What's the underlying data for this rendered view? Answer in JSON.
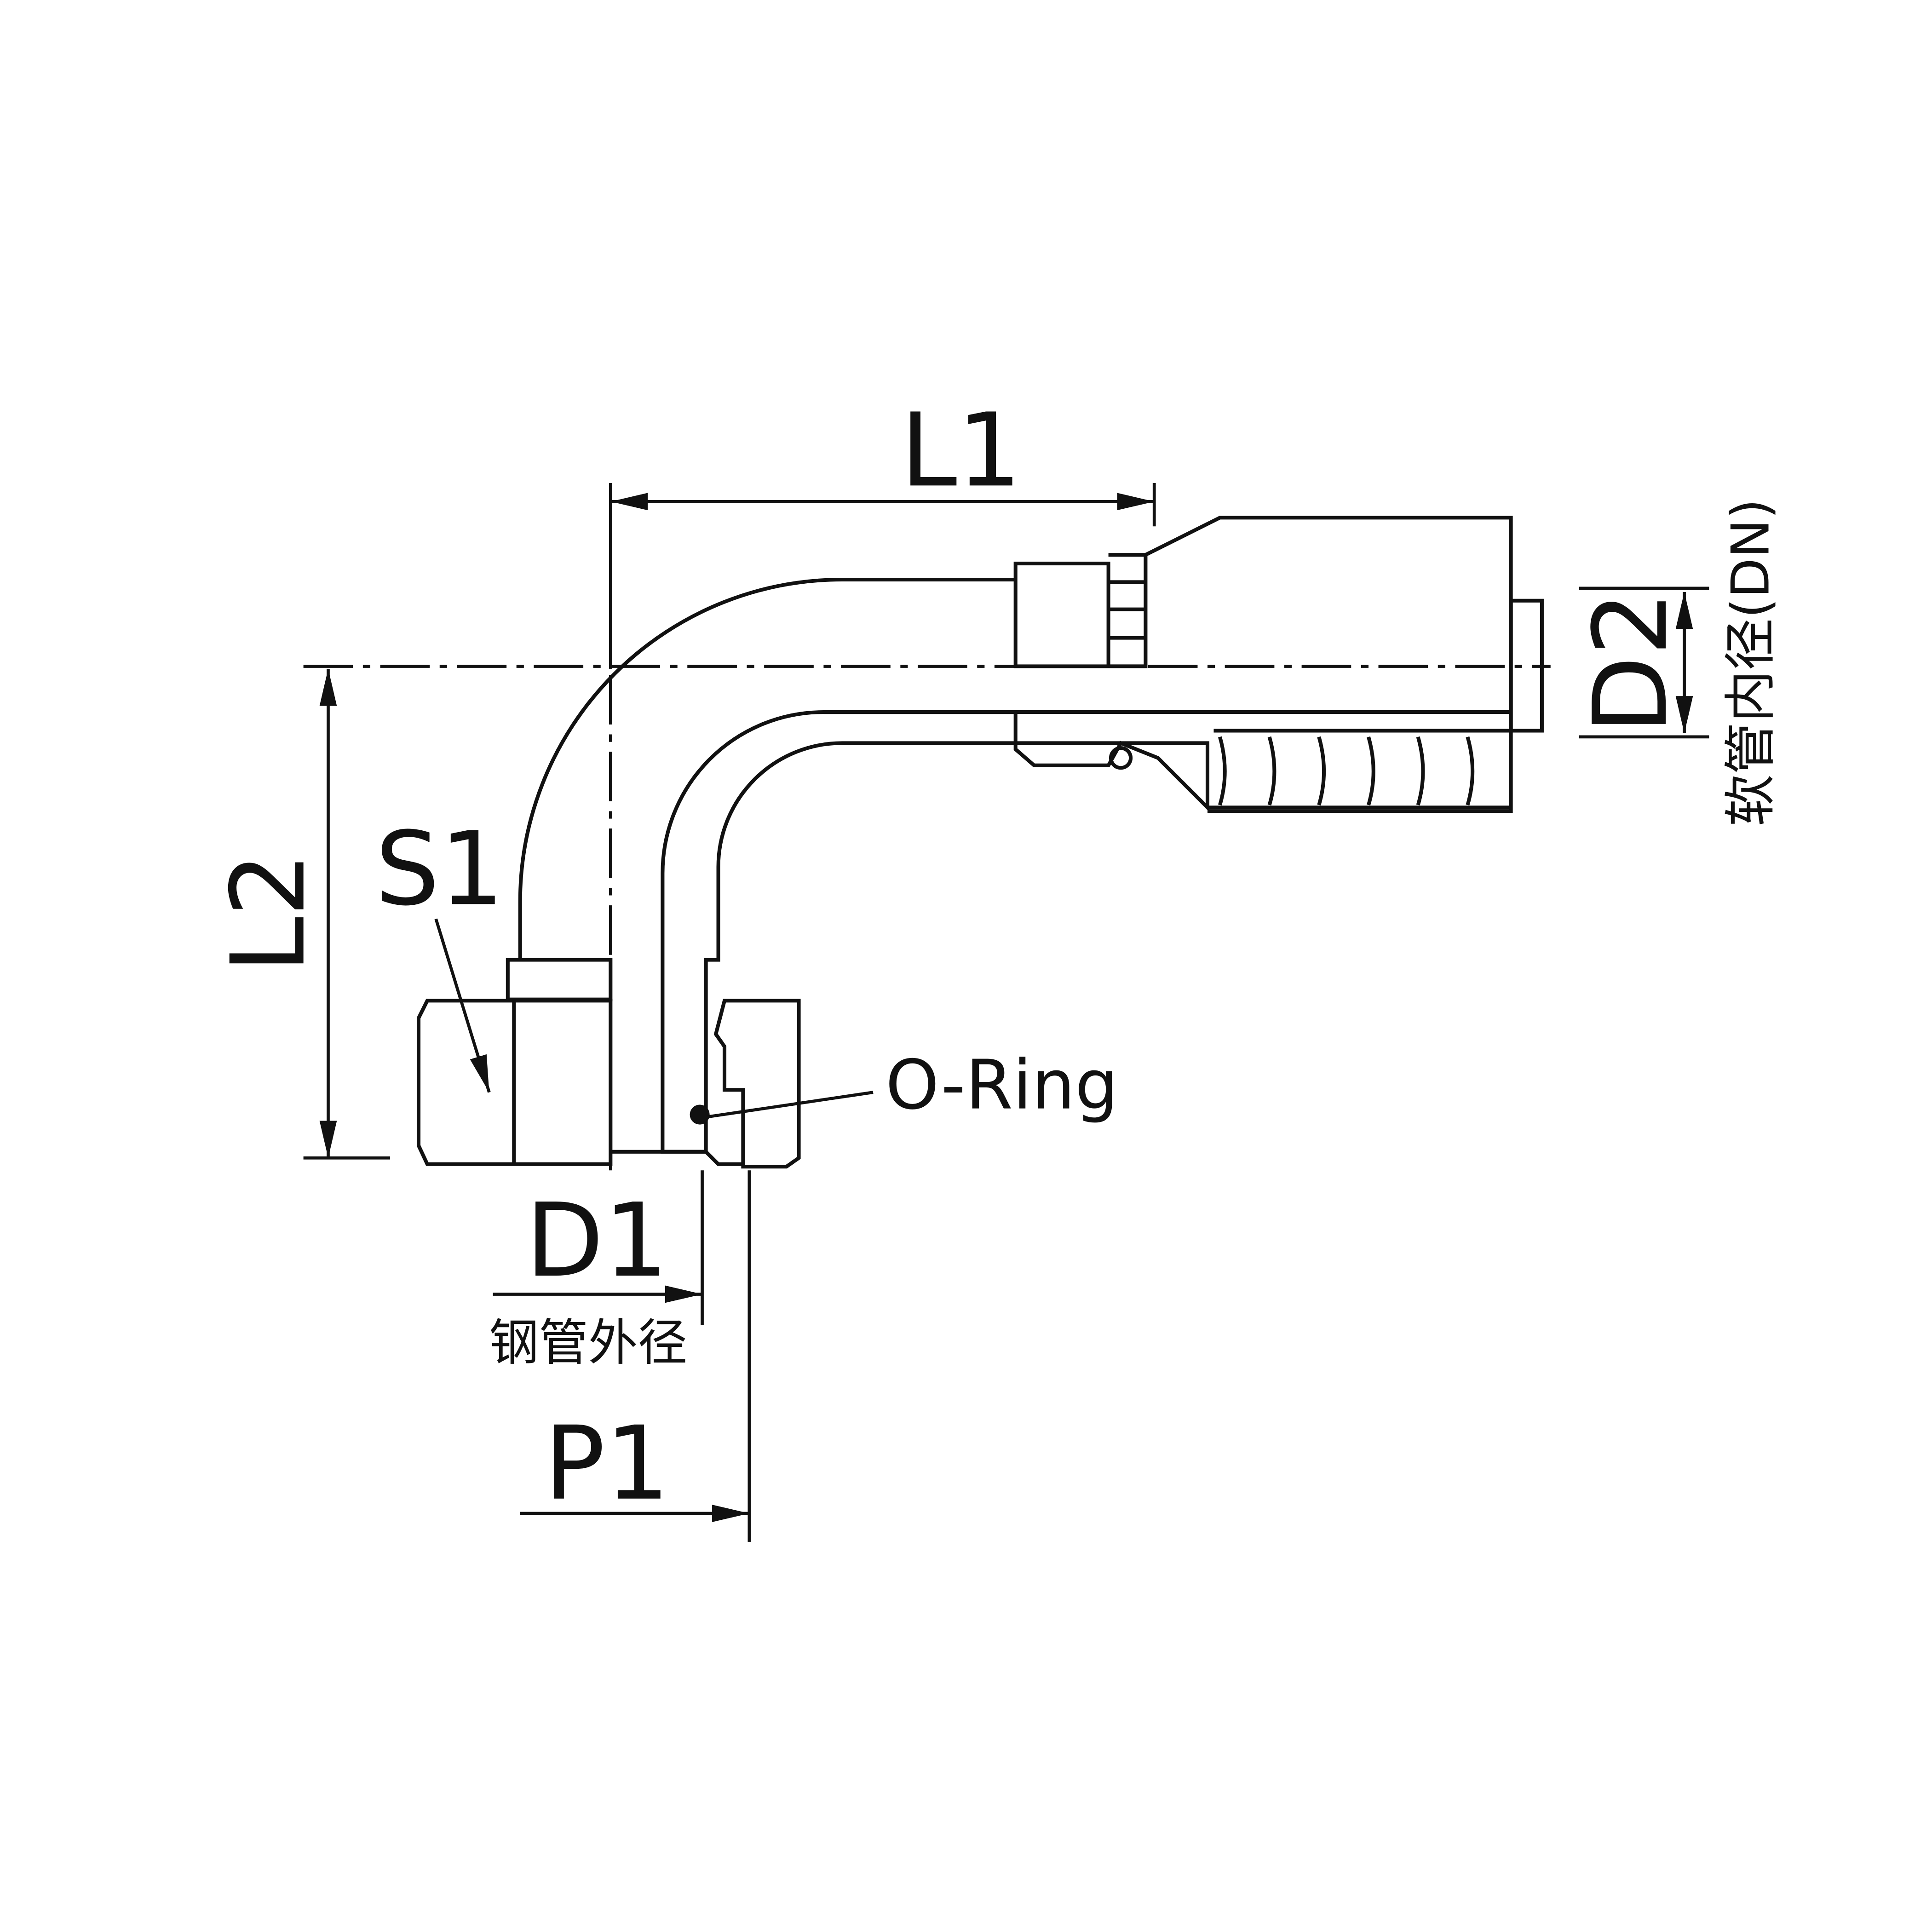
{
  "dimensions": {
    "l1": "L1",
    "l2": "L2",
    "s1": "S1",
    "d1": "D1",
    "d1_note": "钢管外径",
    "p1": "P1",
    "d2": "D2",
    "d2_note": "软管内径(DN)"
  },
  "callouts": {
    "o_ring": "O-Ring"
  },
  "colors": {
    "line": "#111111",
    "background": "#ffffff"
  }
}
